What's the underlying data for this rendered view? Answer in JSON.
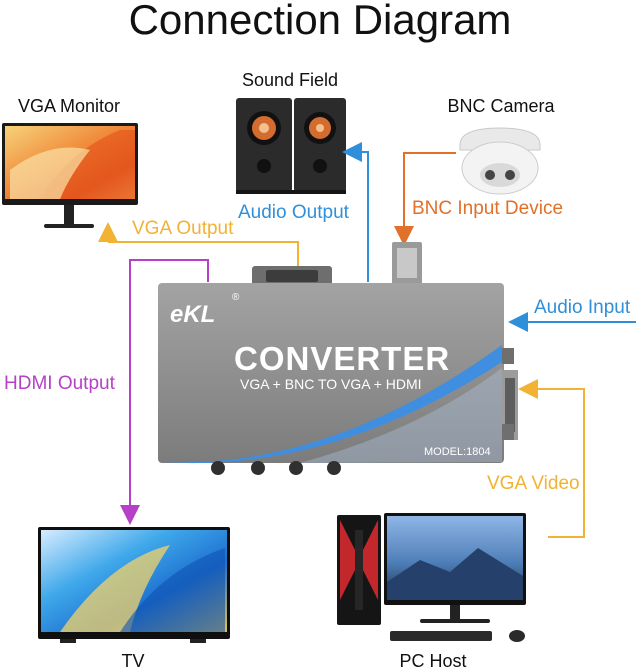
{
  "title": "Connection Diagram",
  "devices": {
    "vga_monitor": "VGA Monitor",
    "sound_field": "Sound Field",
    "bnc_camera": "BNC Camera",
    "tv": "TV",
    "pc_host": "PC Host"
  },
  "connections": {
    "vga_output": "VGA Output",
    "audio_output": "Audio Output",
    "bnc_input_device": "BNC Input Device",
    "hdmi_output": "HDMI Output",
    "audio_input": "Audio Input",
    "vga_video": "VGA Video"
  },
  "converter": {
    "brand": "eKL",
    "registered": "®",
    "name": "CONVERTER",
    "subtitle": "VGA + BNC TO VGA + HDMI",
    "model": "MODEL:1804"
  },
  "colors": {
    "vga_line": "#f2b233",
    "audio_line": "#2f8fd8",
    "bnc_line": "#e0702a",
    "hdmi_line": "#b640c8",
    "box_body": "#8a8a8a",
    "accent_blue": "#3f8ee0"
  }
}
